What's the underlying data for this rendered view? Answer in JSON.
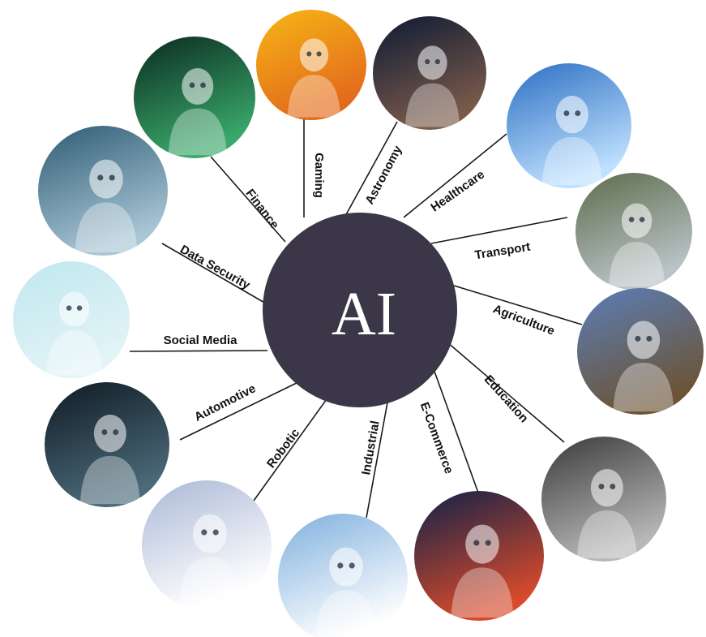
{
  "hub": {
    "label": "AI",
    "color": "#3b3748",
    "text_color": "#ffffff"
  },
  "spokes": [
    {
      "id": "gaming",
      "label": "Gaming",
      "icon": "robot-gamepad-icon",
      "colors": [
        "#f6b616",
        "#e36a1c"
      ]
    },
    {
      "id": "astronomy",
      "label": "Astronomy",
      "icon": "cyborg-face-icon",
      "colors": [
        "#0d1a33",
        "#7a5a4a"
      ]
    },
    {
      "id": "healthcare",
      "label": "Healthcare",
      "icon": "digital-doctor-icon",
      "colors": [
        "#2b6fc2",
        "#bfe0ff"
      ]
    },
    {
      "id": "transport",
      "label": "Transport",
      "icon": "autonomous-traffic-icon",
      "colors": [
        "#5d6b4b",
        "#b9c4c7"
      ]
    },
    {
      "id": "agriculture",
      "label": "Agriculture",
      "icon": "smart-crop-icon",
      "colors": [
        "#5b7fb8",
        "#6b5436"
      ]
    },
    {
      "id": "education",
      "label": "Education",
      "icon": "robot-blackboard-icon",
      "colors": [
        "#3a3a3a",
        "#b8b8b8"
      ]
    },
    {
      "id": "ecommerce",
      "label": "E-Commerce",
      "icon": "robot-hand-network-icon",
      "colors": [
        "#0f2148",
        "#d84a2b"
      ]
    },
    {
      "id": "industrial",
      "label": "Industrial",
      "icon": "factory-chimneys-icon",
      "colors": [
        "#7fb0de",
        "#ffffff"
      ]
    },
    {
      "id": "robotic",
      "label": "Robotic",
      "icon": "humanoid-robot-icon",
      "colors": [
        "#aab8d6",
        "#ffffff"
      ]
    },
    {
      "id": "automotive",
      "label": "Automotive",
      "icon": "wireframe-car-icon",
      "colors": [
        "#0e1a22",
        "#4c6a7a"
      ]
    },
    {
      "id": "social-media",
      "label": "Social Media",
      "icon": "robot-hand-apps-icon",
      "colors": [
        "#bfe7ef",
        "#e3f4f7"
      ]
    },
    {
      "id": "data-security",
      "label": "Data Security",
      "icon": "robot-security-icon",
      "colors": [
        "#2e5b73",
        "#a9c6d6"
      ]
    },
    {
      "id": "finance",
      "label": "Finance",
      "icon": "robot-tablet-chart-icon",
      "colors": [
        "#0a2a20",
        "#3aa86a"
      ]
    }
  ]
}
